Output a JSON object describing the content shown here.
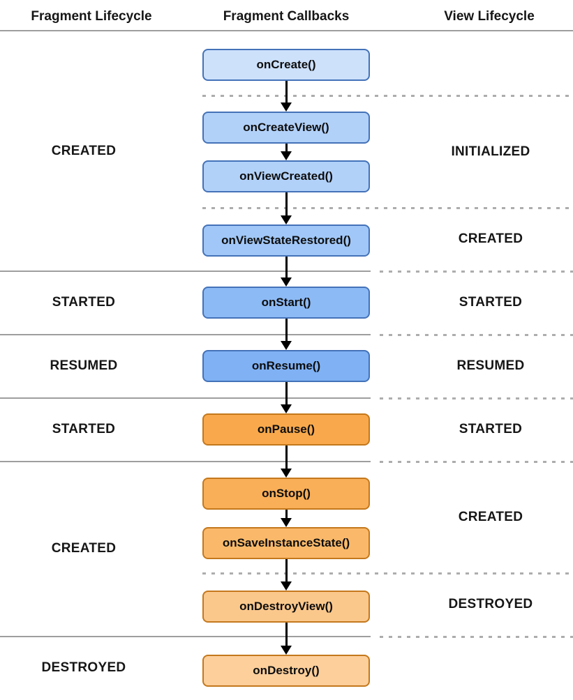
{
  "headers": {
    "left": "Fragment Lifecycle",
    "center": "Fragment Callbacks",
    "right": "View Lifecycle"
  },
  "callbacks": [
    {
      "label": "onCreate()",
      "fill": "#CDE1FB",
      "border": "#4472B8"
    },
    {
      "label": "onCreateView()",
      "fill": "#B2D1F9",
      "border": "#4472B8"
    },
    {
      "label": "onViewCreated()",
      "fill": "#B2D1F9",
      "border": "#4472B8"
    },
    {
      "label": "onViewStateRestored()",
      "fill": "#A0C7F7",
      "border": "#4472B8"
    },
    {
      "label": "onStart()",
      "fill": "#8CBAF5",
      "border": "#4472B8"
    },
    {
      "label": "onResume()",
      "fill": "#7FB1F4",
      "border": "#4472B8"
    },
    {
      "label": "onPause()",
      "fill": "#F9A94C",
      "border": "#C4781C"
    },
    {
      "label": "onStop()",
      "fill": "#F9AF58",
      "border": "#C4781C"
    },
    {
      "label": "onSaveInstanceState()",
      "fill": "#FAB96A",
      "border": "#C4781C"
    },
    {
      "label": "onDestroyView()",
      "fill": "#FBC88C",
      "border": "#C4781C"
    },
    {
      "label": "onDestroy()",
      "fill": "#FCCF9B",
      "border": "#C4781C"
    }
  ],
  "fragment_states": [
    {
      "label": "CREATED"
    },
    {
      "label": "STARTED"
    },
    {
      "label": "RESUMED"
    },
    {
      "label": "STARTED"
    },
    {
      "label": "CREATED"
    },
    {
      "label": "DESTROYED"
    }
  ],
  "view_states": [
    {
      "label": "INITIALIZED"
    },
    {
      "label": "CREATED"
    },
    {
      "label": "STARTED"
    },
    {
      "label": "RESUMED"
    },
    {
      "label": "STARTED"
    },
    {
      "label": "CREATED"
    },
    {
      "label": "DESTROYED"
    }
  ],
  "colors": {
    "background": "#FFFFFF",
    "text": "#161616",
    "separator_solid": "#9E9E9E",
    "separator_dashed": "#ADADAD",
    "arrow": "#000000",
    "blue_border": "#4472B8",
    "orange_border": "#C4781C"
  }
}
